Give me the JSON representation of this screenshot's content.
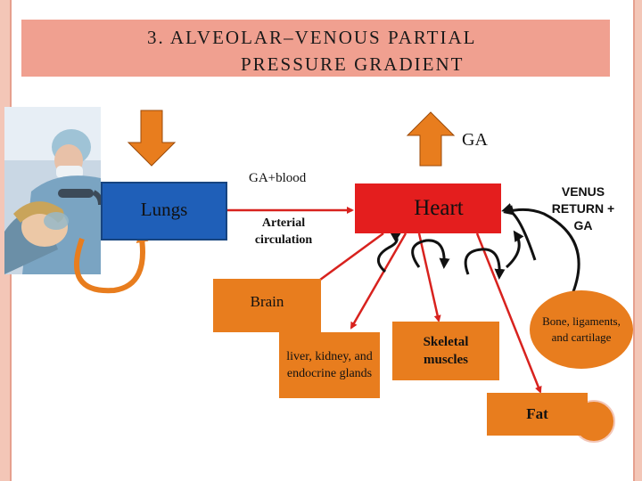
{
  "title": {
    "line1": "3. ALVEOLAR–VENOUS PARTIAL",
    "line2": "PRESSURE GRADIENT"
  },
  "labels": {
    "ga": "GA",
    "ga_blood": "GA+blood",
    "arterial": "Arterial circulation",
    "venus": "VENUS RETURN + GA"
  },
  "nodes": {
    "lungs": "Lungs",
    "heart": "Heart",
    "brain": "Brain",
    "liver": "liver, kidney, and endocrine glands",
    "skeletal": "Skeletal muscles",
    "bone": "Bone, ligaments, and cartilage",
    "fat": "Fat"
  },
  "colors": {
    "lungs": "#1f5fb8",
    "heart": "#e41e1e",
    "orange": "#e87d1e",
    "arrow_red": "#d8221e",
    "title_bar": "#f0a090"
  }
}
